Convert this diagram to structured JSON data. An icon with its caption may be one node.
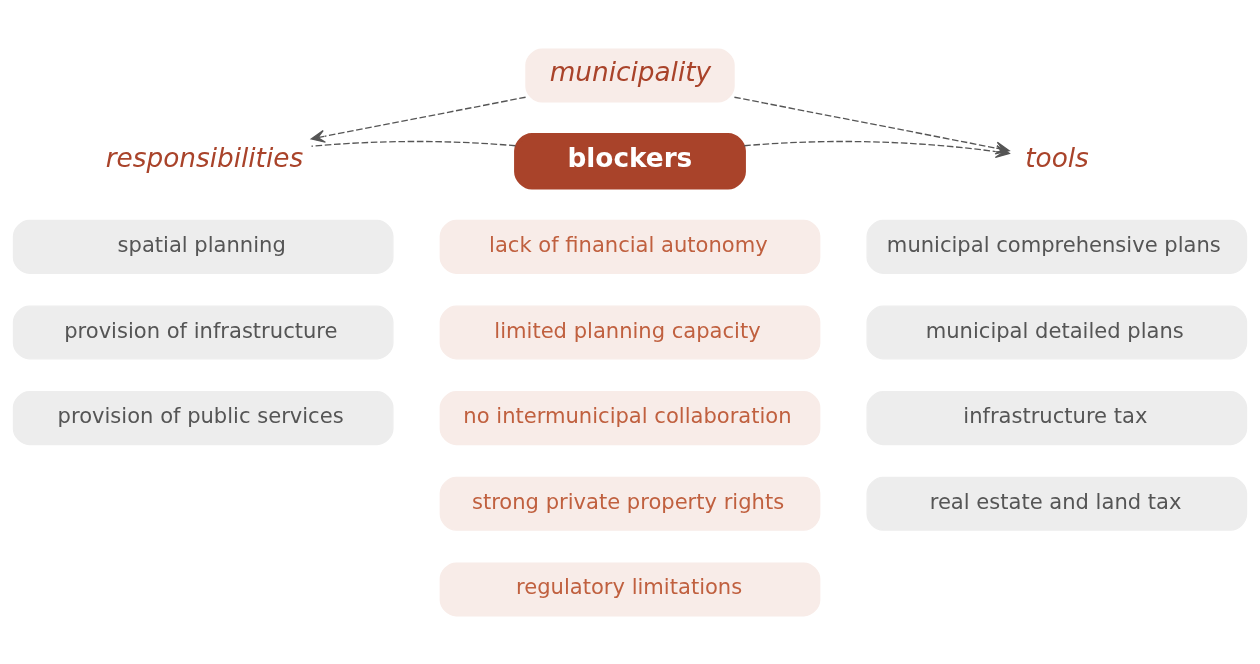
{
  "diagram": {
    "nodes": [
      {
        "text": [
          "municipality"
        ]
      },
      {
        "text": [
          "responsibilities"
        ]
      },
      {
        "text": [
          "blockers"
        ]
      },
      {
        "text": [
          "tools"
        ]
      },
      {
        "text": [
          "spatial planning"
        ]
      },
      {
        "text": [
          "provision of infrastructure"
        ]
      },
      {
        "text": [
          "provision of public services"
        ]
      },
      {
        "text": [
          "lack of financial autonomy"
        ]
      },
      {
        "text": [
          "limited planning capacity"
        ]
      },
      {
        "text": [
          "no intermunicipal collaboration"
        ]
      },
      {
        "text": [
          "strong private property rights"
        ]
      },
      {
        "text": [
          "regulatory limitations"
        ]
      },
      {
        "text": [
          "municipal comprehensive plans"
        ]
      },
      {
        "text": [
          "municipal detailed plans"
        ]
      },
      {
        "text": [
          "infrastructure tax"
        ]
      },
      {
        "text": [
          "real estate and land tax"
        ]
      }
    ],
    "edges": [
      {
        "from": 0,
        "to": 1,
        "arrow": "to",
        "style": "dashed"
      },
      {
        "from": 0,
        "to": 3,
        "arrow": "to",
        "style": "dashed"
      },
      {
        "from": 2,
        "to": 1,
        "arrow": "none",
        "style": "dashed"
      },
      {
        "from": 2,
        "to": 3,
        "arrow": "to",
        "style": "dashed"
      }
    ]
  }
}
